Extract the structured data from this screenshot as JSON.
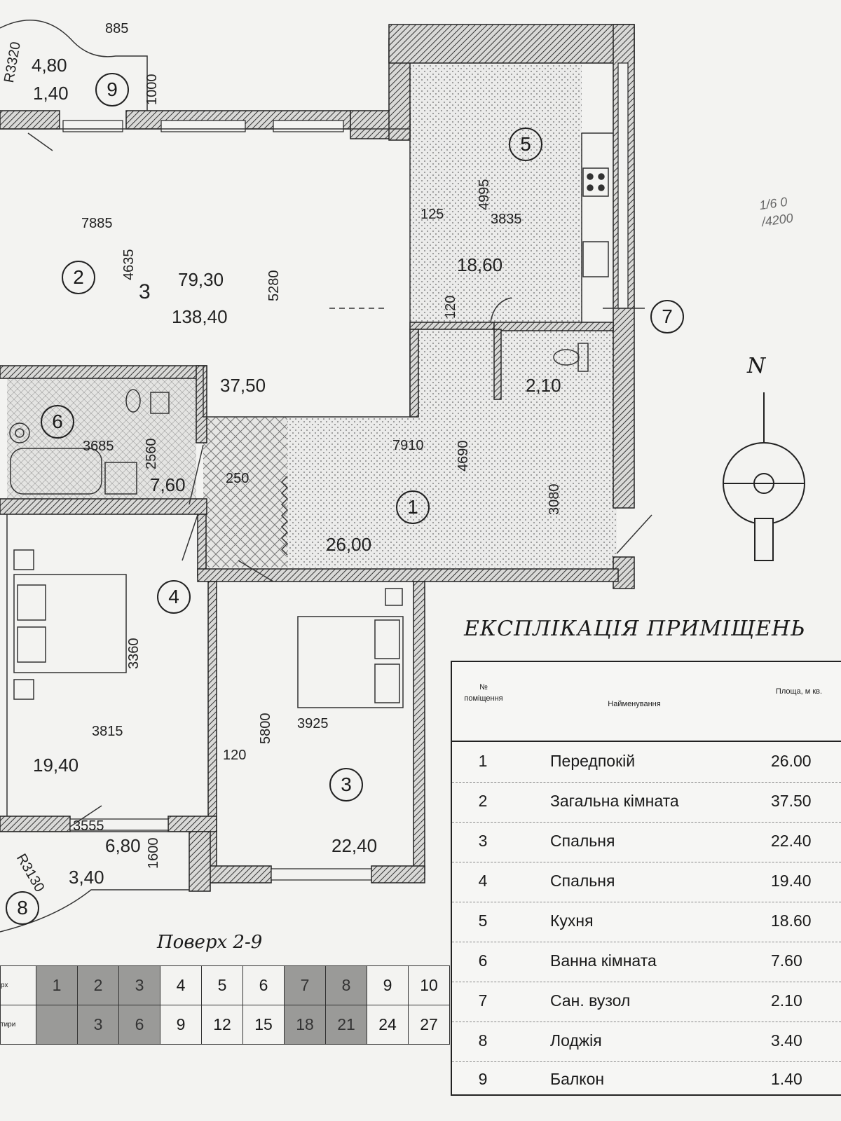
{
  "plan": {
    "rooms": [
      {
        "id": "1",
        "area": "26,00",
        "dims": [
          "7910",
          "4690",
          "3080",
          "250"
        ]
      },
      {
        "id": "2",
        "area": "37,50",
        "dims": [
          "7885",
          "4635",
          "5280"
        ],
        "extra": [
          "79,30",
          "138,40",
          "3"
        ]
      },
      {
        "id": "3",
        "area": "22,40",
        "dims": [
          "3925",
          "5800"
        ]
      },
      {
        "id": "4",
        "area": "19,40",
        "dims": [
          "3815",
          "3360",
          "120"
        ]
      },
      {
        "id": "5",
        "area": "18,60",
        "dims": [
          "4995",
          "3835",
          "125",
          "120"
        ]
      },
      {
        "id": "6",
        "area": "7,60",
        "dims": [
          "3685",
          "2560"
        ]
      },
      {
        "id": "7",
        "area": "2,10"
      },
      {
        "id": "8",
        "area": "3,40",
        "dims": [
          "3555",
          "6,80",
          "1600",
          "R3130"
        ]
      },
      {
        "id": "9",
        "area": "1,40",
        "dims": [
          "885",
          "4,80",
          "1000",
          "R3320"
        ]
      }
    ],
    "north_label": "N",
    "scribble": [
      "1/6 0",
      "/4200"
    ]
  },
  "explication": {
    "title": "ЕКСПЛІКАЦІЯ ПРИМІЩЕНЬ",
    "headers": {
      "num": "№ поміщення",
      "name": "Найменування",
      "area": "Площа, м кв."
    },
    "rows": [
      {
        "n": "1",
        "name": "Передпокій",
        "area": "26.00"
      },
      {
        "n": "2",
        "name": "Загальна кімната",
        "area": "37.50"
      },
      {
        "n": "3",
        "name": "Спальня",
        "area": "22.40"
      },
      {
        "n": "4",
        "name": "Спальня",
        "area": "19.40"
      },
      {
        "n": "5",
        "name": "Кухня",
        "area": "18.60"
      },
      {
        "n": "6",
        "name": "Ванна кімната",
        "area": "7.60"
      },
      {
        "n": "7",
        "name": "Сан. вузол",
        "area": "2.10"
      },
      {
        "n": "8",
        "name": "Лоджія",
        "area": "3.40"
      },
      {
        "n": "9",
        "name": "Балкон",
        "area": "1.40"
      }
    ]
  },
  "floors": {
    "title": "Поверх 2-9",
    "row_labels": [
      "рх",
      "тири"
    ],
    "floor_row": [
      "1",
      "2",
      "3",
      "4",
      "5",
      "6",
      "7",
      "8",
      "9",
      "10"
    ],
    "apt_row": [
      "",
      "3",
      "6",
      "9",
      "12",
      "15",
      "18",
      "21",
      "24",
      "27"
    ],
    "shaded": [
      0,
      1,
      2,
      6,
      7
    ]
  }
}
